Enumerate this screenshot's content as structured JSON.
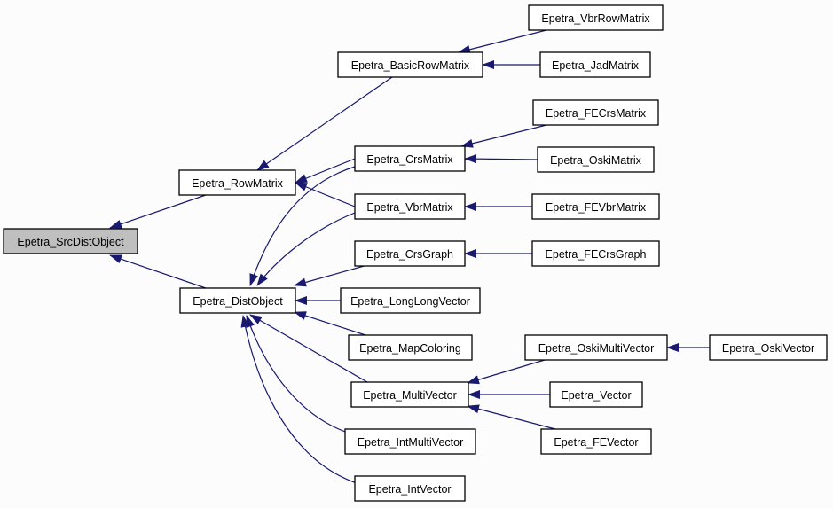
{
  "diagram": {
    "title": "Epetra_SrcDistObject inheritance graph",
    "colors": {
      "edge": "#191970",
      "root_fill": "#bfbfbf",
      "node_fill": "#ffffff"
    },
    "nodes": [
      {
        "id": "SrcDistObject",
        "label": "Epetra_SrcDistObject",
        "root": true
      },
      {
        "id": "RowMatrix",
        "label": "Epetra_RowMatrix"
      },
      {
        "id": "DistObject",
        "label": "Epetra_DistObject"
      },
      {
        "id": "BasicRowMatrix",
        "label": "Epetra_BasicRowMatrix"
      },
      {
        "id": "VbrRowMatrix",
        "label": "Epetra_VbrRowMatrix"
      },
      {
        "id": "JadMatrix",
        "label": "Epetra_JadMatrix"
      },
      {
        "id": "CrsMatrix",
        "label": "Epetra_CrsMatrix"
      },
      {
        "id": "FECrsMatrix",
        "label": "Epetra_FECrsMatrix"
      },
      {
        "id": "OskiMatrix",
        "label": "Epetra_OskiMatrix"
      },
      {
        "id": "VbrMatrix",
        "label": "Epetra_VbrMatrix"
      },
      {
        "id": "FEVbrMatrix",
        "label": "Epetra_FEVbrMatrix"
      },
      {
        "id": "CrsGraph",
        "label": "Epetra_CrsGraph"
      },
      {
        "id": "FECrsGraph",
        "label": "Epetra_FECrsGraph"
      },
      {
        "id": "LongLongVector",
        "label": "Epetra_LongLongVector"
      },
      {
        "id": "MapColoring",
        "label": "Epetra_MapColoring"
      },
      {
        "id": "OskiMultiVector",
        "label": "Epetra_OskiMultiVector"
      },
      {
        "id": "OskiVector",
        "label": "Epetra_OskiVector"
      },
      {
        "id": "MultiVector",
        "label": "Epetra_MultiVector"
      },
      {
        "id": "Vector",
        "label": "Epetra_Vector"
      },
      {
        "id": "FEVector",
        "label": "Epetra_FEVector"
      },
      {
        "id": "IntMultiVector",
        "label": "Epetra_IntMultiVector"
      },
      {
        "id": "IntVector",
        "label": "Epetra_IntVector"
      }
    ],
    "edges": [
      {
        "from": "RowMatrix",
        "to": "SrcDistObject"
      },
      {
        "from": "DistObject",
        "to": "SrcDistObject"
      },
      {
        "from": "BasicRowMatrix",
        "to": "RowMatrix"
      },
      {
        "from": "CrsMatrix",
        "to": "RowMatrix"
      },
      {
        "from": "VbrMatrix",
        "to": "RowMatrix"
      },
      {
        "from": "VbrRowMatrix",
        "to": "BasicRowMatrix"
      },
      {
        "from": "JadMatrix",
        "to": "BasicRowMatrix"
      },
      {
        "from": "FECrsMatrix",
        "to": "CrsMatrix"
      },
      {
        "from": "OskiMatrix",
        "to": "CrsMatrix"
      },
      {
        "from": "FEVbrMatrix",
        "to": "VbrMatrix"
      },
      {
        "from": "CrsMatrix",
        "to": "DistObject"
      },
      {
        "from": "VbrMatrix",
        "to": "DistObject"
      },
      {
        "from": "CrsGraph",
        "to": "DistObject"
      },
      {
        "from": "LongLongVector",
        "to": "DistObject"
      },
      {
        "from": "MapColoring",
        "to": "DistObject"
      },
      {
        "from": "MultiVector",
        "to": "DistObject"
      },
      {
        "from": "IntMultiVector",
        "to": "DistObject"
      },
      {
        "from": "IntVector",
        "to": "DistObject"
      },
      {
        "from": "FECrsGraph",
        "to": "CrsGraph"
      },
      {
        "from": "OskiMultiVector",
        "to": "MultiVector"
      },
      {
        "from": "Vector",
        "to": "MultiVector"
      },
      {
        "from": "FEVector",
        "to": "MultiVector"
      },
      {
        "from": "OskiVector",
        "to": "OskiMultiVector"
      }
    ]
  }
}
